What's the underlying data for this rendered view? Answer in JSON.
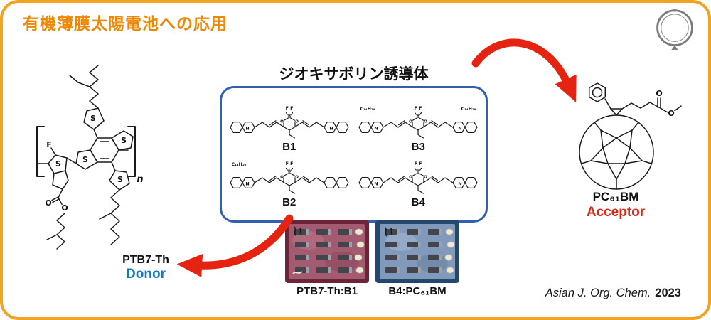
{
  "slide": {
    "title": "有機薄膜太陽電池への応用",
    "citation": {
      "journal": "Asian J. Org. Chem.",
      "year": "2023"
    }
  },
  "donor": {
    "name": "PTB7-Th",
    "role": "Donor"
  },
  "acceptor": {
    "name": "PC₆₁BM",
    "role": "Acceptor"
  },
  "derivatives_box": {
    "title": "ジオキサボリン誘導体",
    "molecules": [
      {
        "id": "B1",
        "left_top": "",
        "right_top": "",
        "left_atom": "N",
        "right_atom": "N"
      },
      {
        "id": "B3",
        "left_top": "C₁₄H₂₉",
        "right_top": "C₁₄H₂₉",
        "left_atom": "N",
        "right_atom": "N"
      },
      {
        "id": "B2",
        "left_top": "C₁₄H₂₉",
        "right_top": "",
        "left_atom": "N",
        "right_atom": ""
      },
      {
        "id": "B4",
        "left_top": "",
        "right_top": "",
        "left_atom": "N",
        "right_atom": "N"
      }
    ]
  },
  "devices": [
    {
      "label": "PTB7-Th:B1"
    },
    {
      "label": "B4:PC₆₁BM"
    }
  ],
  "atom_labels": {
    "s": "S",
    "f": "F",
    "o": "O",
    "b": "B",
    "ff": "F F",
    "polymer_n": "n"
  },
  "colors": {
    "accent_orange": "#F2A321",
    "title_orange": "#F08702",
    "box_blue": "#335FAF",
    "donor_blue": "#1779C4",
    "accent_red": "#E62310"
  }
}
